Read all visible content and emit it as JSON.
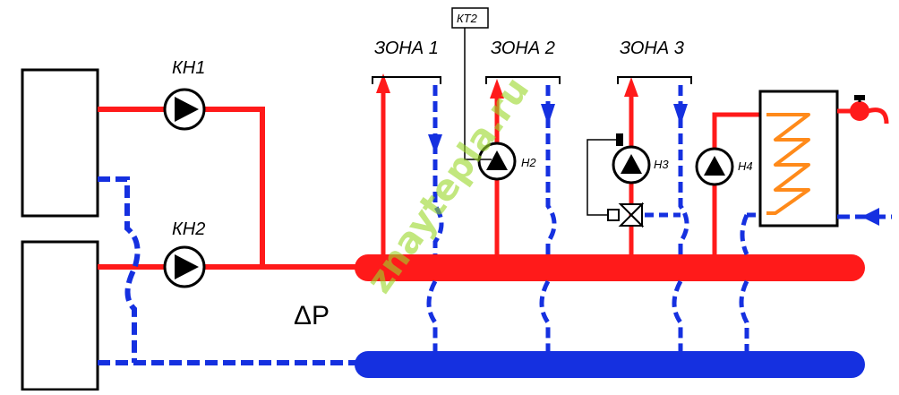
{
  "labels": {
    "kn1": "КН1",
    "kn2": "КН2",
    "zone1": "ЗОНА 1",
    "zone2": "ЗОНА 2",
    "zone3": "ЗОНА 3",
    "kt2": "КТ2",
    "n2": "Н2",
    "n3": "Н3",
    "n4": "Н4",
    "delta_p": "ΔP"
  },
  "watermark": "znaytepla.ru",
  "colors": {
    "supply": "#ff1a1a",
    "return": "#1530e0",
    "coil": "#ff8a1a",
    "watermark": "#9ad82a"
  }
}
